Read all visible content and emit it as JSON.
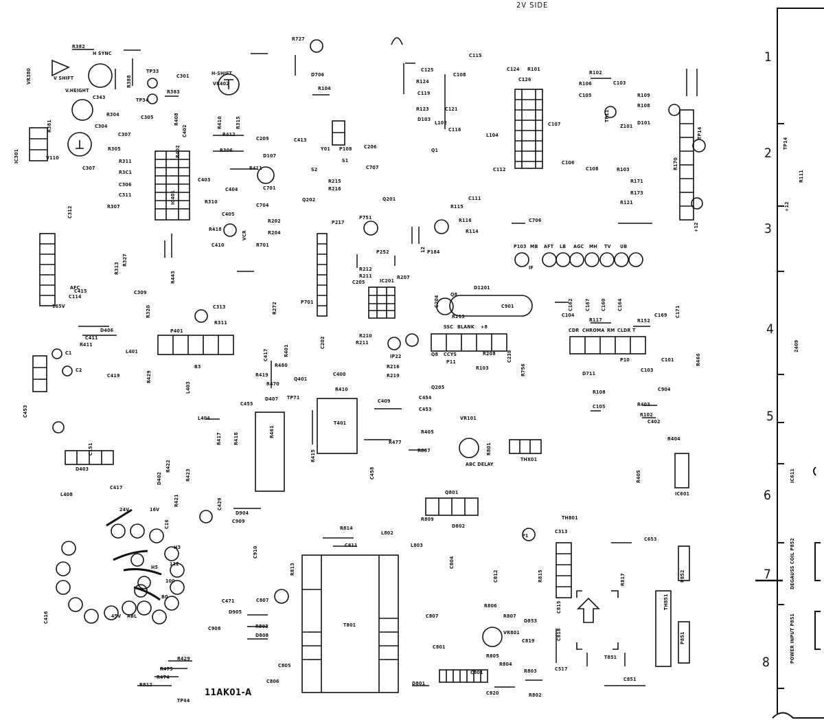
{
  "title": "11AK01-A",
  "top_caption": "2V SIDE",
  "labels": [
    "R382",
    "H SYNC",
    "VR380",
    "V SHIFT",
    "V.HEIGHT",
    "C343",
    "R381",
    "IC301",
    "V110",
    "R388",
    "TP33",
    "TP34",
    "C301",
    "R383",
    "R304",
    "C307",
    "C304",
    "C305",
    "R305",
    "R311",
    "R3C1",
    "C306",
    "C311",
    "C307",
    "R307",
    "C312",
    "IC401",
    "R408",
    "C402",
    "R402",
    "H-SHIFT",
    "VR402",
    "R410",
    "R315",
    "R412",
    "R306",
    "R411",
    "C403",
    "C404",
    "R310",
    "C405",
    "R418",
    "C410",
    "VCR",
    "C209",
    "D107",
    "C701",
    "C704",
    "R202",
    "R204",
    "R701",
    "R727",
    "D706",
    "R104",
    "C413",
    "Y01",
    "P108",
    "S1",
    "S2",
    "C206",
    "C707",
    "R215",
    "R216",
    "P751",
    "Q201",
    "Q202",
    "P217",
    "C115",
    "C125",
    "R124",
    "C119",
    "R123",
    "D103",
    "C108",
    "C121",
    "C116",
    "L102",
    "Q1",
    "C112",
    "L104",
    "R115",
    "C111",
    "R116",
    "R114",
    "P184",
    "C124",
    "C126",
    "R101",
    "R102",
    "R106",
    "C105",
    "C103",
    "R109",
    "R108",
    "TP11",
    "Z101",
    "D101",
    "C107",
    "C106",
    "C108",
    "R103",
    "R171",
    "R173",
    "R121",
    "R170",
    "C706",
    "TP14",
    "P103",
    "MB",
    "AFT",
    "LB",
    "AGC",
    "MH",
    "TV",
    "UB",
    "IF",
    "C162",
    "C167",
    "C160",
    "C164",
    "C104",
    "R117",
    "R152",
    "C169",
    "C171",
    "CDR",
    "CHROMA",
    "RM",
    "CLDR",
    "T",
    "P10",
    "C101",
    "D711",
    "C103",
    "C904",
    "R108",
    "C105",
    "R403",
    "R102",
    "C402",
    "R404",
    "R405",
    "IC601",
    "R466",
    "IC201",
    "R207",
    "P252",
    "R212",
    "R211",
    "C205",
    "C204",
    "D1201",
    "C901",
    "Q8",
    "R213",
    "SSC",
    "BLANK",
    "+8",
    "Q8",
    "CCYS",
    "P11",
    "R208",
    "R103",
    "C238",
    "R756",
    "IP22",
    "R210",
    "R211",
    "R216",
    "R219",
    "Q205",
    "C454",
    "C453",
    "C409",
    "R405",
    "R477",
    "R807",
    "VR101",
    "ABC DELAY",
    "R801",
    "THX01",
    "P401",
    "B3",
    "C313",
    "R311",
    "C417",
    "R401",
    "C202",
    "P701",
    "R272",
    "165V",
    "D406",
    "C411",
    "R411",
    "L401",
    "C1",
    "C2",
    "C419",
    "R429",
    "L403",
    "R419",
    "R470",
    "R480",
    "C400",
    "Q401",
    "R410",
    "C455",
    "D407",
    "TP71",
    "R417",
    "R418",
    "R461",
    "R415",
    "T401",
    "C458",
    "L404",
    "D403",
    "C151",
    "C453",
    "L408",
    "C417",
    "D402",
    "R422",
    "R423",
    "R421",
    "C16",
    "C429",
    "D904",
    "C909",
    "C910",
    "R813",
    "24V",
    "16V",
    "45V",
    "ABL",
    "R814",
    "C811",
    "L802",
    "R809",
    "L803",
    "C804",
    "Q801",
    "D802",
    "P1",
    "TH801",
    "C313",
    "C653",
    "P852",
    "P851",
    "TH851",
    "T851",
    "C851",
    "C471",
    "D905",
    "C807",
    "R803",
    "D808",
    "C908",
    "C805",
    "C806",
    "R429",
    "R475",
    "R474",
    "R812",
    "TP44",
    "T801",
    "C807",
    "C801",
    "R806",
    "R807",
    "D853",
    "C819",
    "VR801",
    "R805",
    "R804",
    "R803",
    "R802",
    "C820",
    "C801",
    "D801",
    "C517",
    "C815",
    "C818",
    "R815",
    "C812",
    "R817",
    "C416",
    "C415",
    "R443",
    "TP14",
    "R111",
    "+12",
    "2409",
    "IC611",
    "DEGAUSS COIL P852",
    "POWER INPUT P851",
    "+12",
    "B0",
    "100",
    "112",
    "H5",
    "H3",
    "12",
    "AFC",
    "C114",
    "C309",
    "R320",
    "R327",
    "R313"
  ],
  "ruler": [
    "1",
    "2",
    "3",
    "4",
    "5",
    "6",
    "7",
    "8"
  ]
}
